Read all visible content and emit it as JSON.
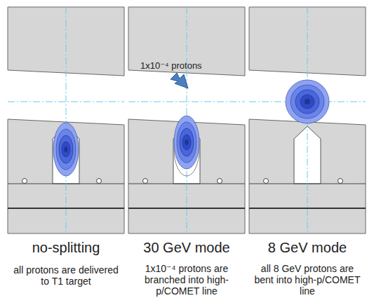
{
  "diagram": {
    "labels": [
      "1x10⁻⁴ protons",
      "no-splitting",
      "all protons are delivered to T1 target",
      "30 GeV mode",
      "1x10⁻⁴ protons are branched into high-p/COMET line",
      "8 GeV mode",
      "all 8 GeV protons are bent into high-p/COMET line"
    ]
  }
}
